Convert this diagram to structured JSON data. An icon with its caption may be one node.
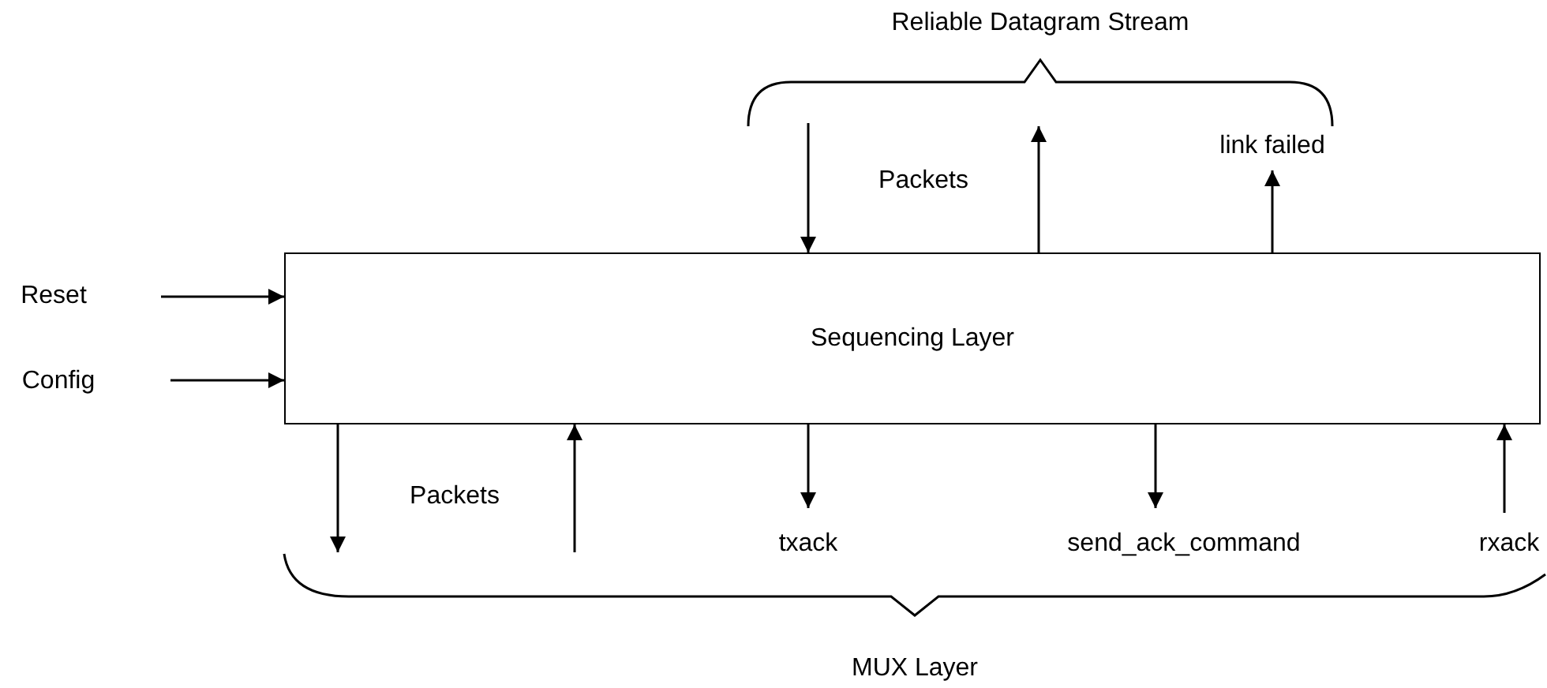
{
  "diagram": {
    "nodes": [
      {
        "text": [
          "Sequencing Layer"
        ]
      },
      {
        "text": [
          "Reset"
        ]
      },
      {
        "text": [
          "Config"
        ]
      },
      {
        "text": [
          "Reliable Datagram Stream"
        ]
      },
      {
        "text": [
          "MUX Layer"
        ]
      }
    ],
    "edges": [
      {
        "from": 1,
        "to": 0,
        "arrow": "to"
      },
      {
        "from": 2,
        "to": 0,
        "arrow": "to"
      },
      {
        "from": 3,
        "to": 0,
        "arrow": "to"
      },
      {
        "from": 0,
        "to": 3,
        "arrow": "to"
      },
      {
        "from": 0,
        "to": 3,
        "arrow": "to",
        "label": "link failed"
      },
      {
        "from": 0,
        "to": 4,
        "arrow": "to"
      },
      {
        "from": 4,
        "to": 0,
        "arrow": "to"
      },
      {
        "from": 0,
        "to": 4,
        "arrow": "to",
        "label": "txack"
      },
      {
        "from": 0,
        "to": 4,
        "arrow": "to",
        "label": "send_ack_command"
      },
      {
        "from": 4,
        "to": 0,
        "arrow": "to",
        "label": "rxack"
      }
    ],
    "labels": [
      "Packets",
      "Packets"
    ]
  }
}
